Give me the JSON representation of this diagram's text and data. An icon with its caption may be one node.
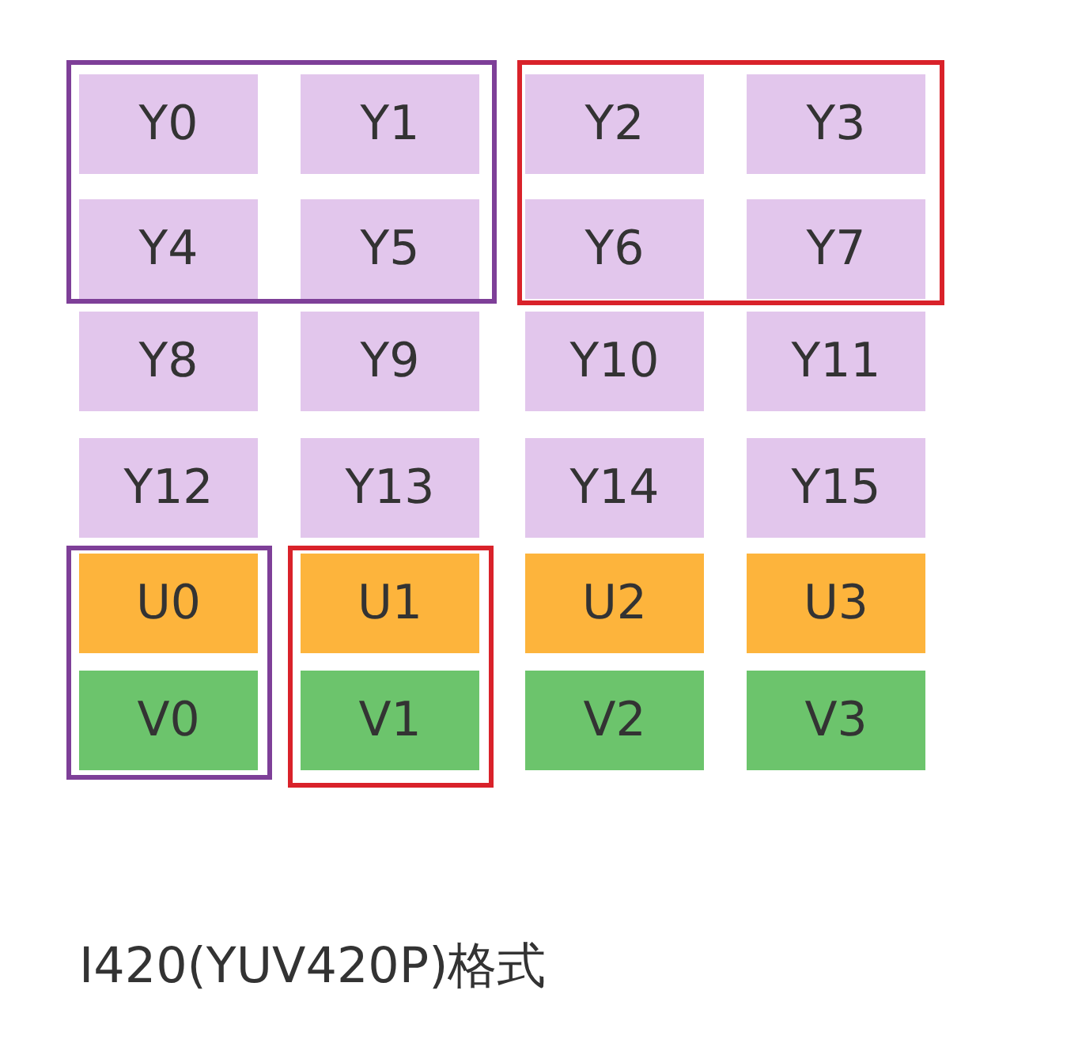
{
  "diagram": {
    "caption": "I420(YUV420P)格式",
    "nodes": [
      {
        "text": [],
        "shape": "box"
      },
      {
        "text": [
          "Y0"
        ],
        "in": 0
      },
      {
        "text": [
          "Y1"
        ],
        "in": 0
      },
      {
        "text": [
          "Y4"
        ],
        "in": 0
      },
      {
        "text": [
          "Y5"
        ],
        "in": 0
      },
      {
        "text": [],
        "shape": "box"
      },
      {
        "text": [
          "Y2"
        ],
        "in": 5
      },
      {
        "text": [
          "Y3"
        ],
        "in": 5
      },
      {
        "text": [
          "Y6"
        ],
        "in": 5
      },
      {
        "text": [
          "Y7"
        ],
        "in": 5
      },
      {
        "text": [
          "Y8"
        ]
      },
      {
        "text": [
          "Y9"
        ]
      },
      {
        "text": [
          "Y10"
        ]
      },
      {
        "text": [
          "Y11"
        ]
      },
      {
        "text": [
          "Y12"
        ]
      },
      {
        "text": [
          "Y13"
        ]
      },
      {
        "text": [
          "Y14"
        ]
      },
      {
        "text": [
          "Y15"
        ]
      },
      {
        "text": [],
        "shape": "box"
      },
      {
        "text": [
          "U0"
        ],
        "in": 18
      },
      {
        "text": [
          "V0"
        ],
        "in": 18
      },
      {
        "text": [],
        "shape": "box"
      },
      {
        "text": [
          "U1"
        ],
        "in": 21
      },
      {
        "text": [
          "V1"
        ],
        "in": 21
      },
      {
        "text": [
          "U2"
        ]
      },
      {
        "text": [
          "U3"
        ]
      },
      {
        "text": [
          "V2"
        ]
      },
      {
        "text": [
          "V3"
        ]
      }
    ]
  }
}
